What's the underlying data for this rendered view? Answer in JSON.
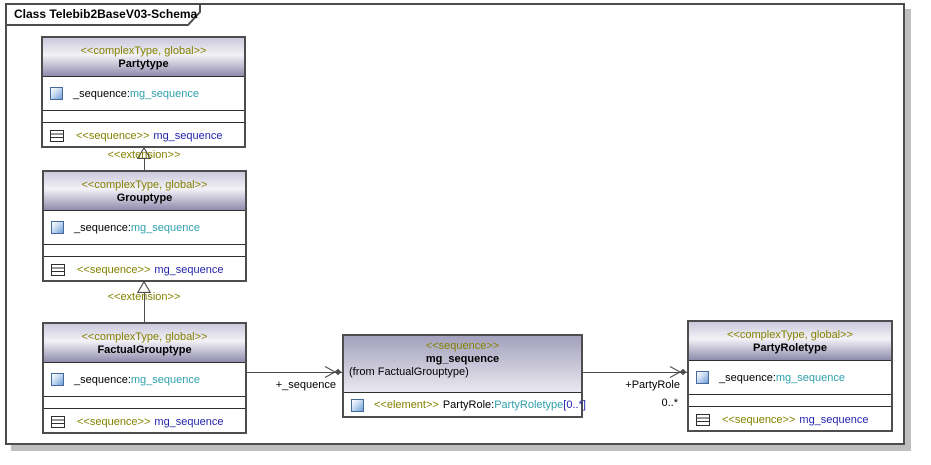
{
  "diagram": {
    "title": "Class Telebib2BaseV03-Schema"
  },
  "colors": {
    "stereotype_olive": "#848200",
    "type_teal": "#2fa0ad",
    "ref_navy": "#2323ae",
    "edge_line": "#4d4d4d",
    "header_top": "#cbc9dc",
    "header_bottom": "#8f8cad",
    "mg_header_top": "#a3a1bc",
    "mg_header_bottom": "#e9e8f0",
    "frame_shadow": "#bfbfbf"
  },
  "partytype": {
    "stereotype": "<<complexType, global>>",
    "name": "Partytype",
    "attr_name": "_sequence:",
    "attr_type": "mg_sequence",
    "seq_stereotype": "<<sequence>>",
    "seq_name": "mg_sequence"
  },
  "grouptype": {
    "stereotype": "<<complexType, global>>",
    "name": "Grouptype",
    "attr_name": "_sequence:",
    "attr_type": "mg_sequence",
    "seq_stereotype": "<<sequence>>",
    "seq_name": "mg_sequence"
  },
  "factualgrouptype": {
    "stereotype": "<<complexType, global>>",
    "name": "FactualGrouptype",
    "attr_name": "_sequence:",
    "attr_type": "mg_sequence",
    "seq_stereotype": "<<sequence>>",
    "seq_name": "mg_sequence"
  },
  "mg_sequence": {
    "stereotype": "<<sequence>>",
    "name": "mg_sequence",
    "from": "(from FactualGrouptype)",
    "element_stereotype": "<<element>>",
    "element_name": "PartyRole:",
    "element_type": "PartyRoletype",
    "element_mult": "[0..*]"
  },
  "partyroletype": {
    "stereotype": "<<complexType, global>>",
    "name": "PartyRoletype",
    "attr_name": "_sequence:",
    "attr_type": "mg_sequence",
    "seq_stereotype": "<<sequence>>",
    "seq_name": "mg_sequence"
  },
  "edges": {
    "extension1_label": "<<extension>>",
    "extension2_label": "<<extension>>",
    "assoc_sequence_label": "+_sequence",
    "assoc_partyrole_label": "+PartyRole",
    "assoc_partyrole_mult": "0..*"
  }
}
